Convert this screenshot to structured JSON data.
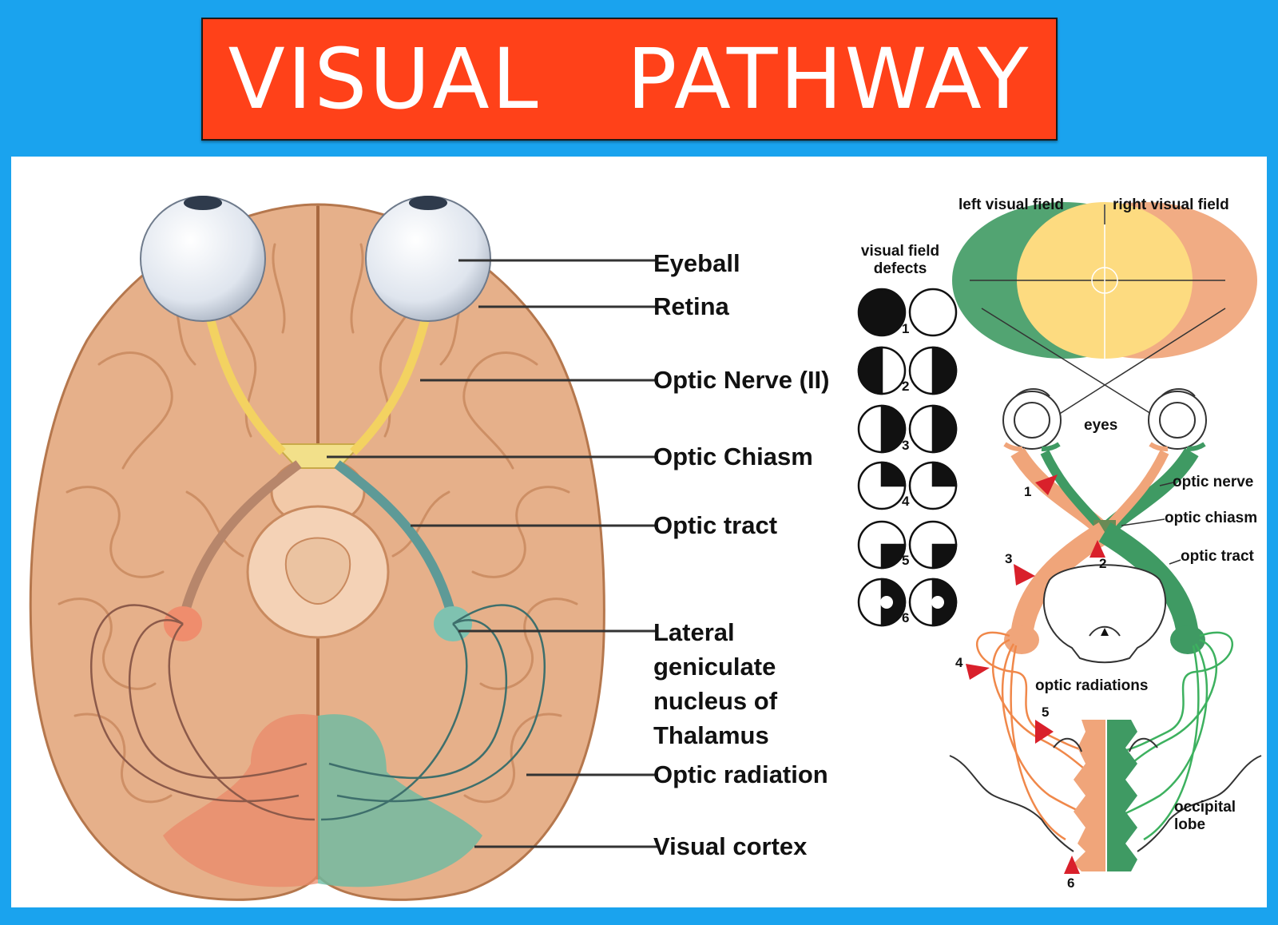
{
  "title": "VISUAL   PATHWAY",
  "left_labels": {
    "eyeball": "Eyeball",
    "retina": "Retina",
    "optic_nerve": "Optic Nerve (II)",
    "optic_chiasm": "Optic Chiasm",
    "optic_tract": "Optic tract",
    "lgn": "Lateral geniculate nucleus of Thalamus",
    "optic_radiation": "Optic radiation",
    "visual_cortex": "Visual cortex"
  },
  "defects": {
    "header": "visual field defects",
    "numbers": [
      "1",
      "2",
      "3",
      "4",
      "5",
      "6"
    ]
  },
  "right_labels": {
    "left_visual_field": "left visual field",
    "right_visual_field": "right visual field",
    "eyes": "eyes",
    "optic_nerve": "optic nerve",
    "optic_chiasm": "optic chiasm",
    "optic_tract": "optic tract",
    "optic_radiations": "optic radiations",
    "occipital_lobe": "occipital lobe",
    "lesion_numbers": [
      "1",
      "2",
      "3",
      "4",
      "5",
      "6"
    ]
  },
  "colors": {
    "background": "#1aa3ee",
    "banner": "#ff4119",
    "brain": "#e6b08a",
    "orange_path": "#f0a57a",
    "green_path": "#3f9a63",
    "yellow_field": "#fddb80",
    "lesion_marker": "#d9202b"
  }
}
